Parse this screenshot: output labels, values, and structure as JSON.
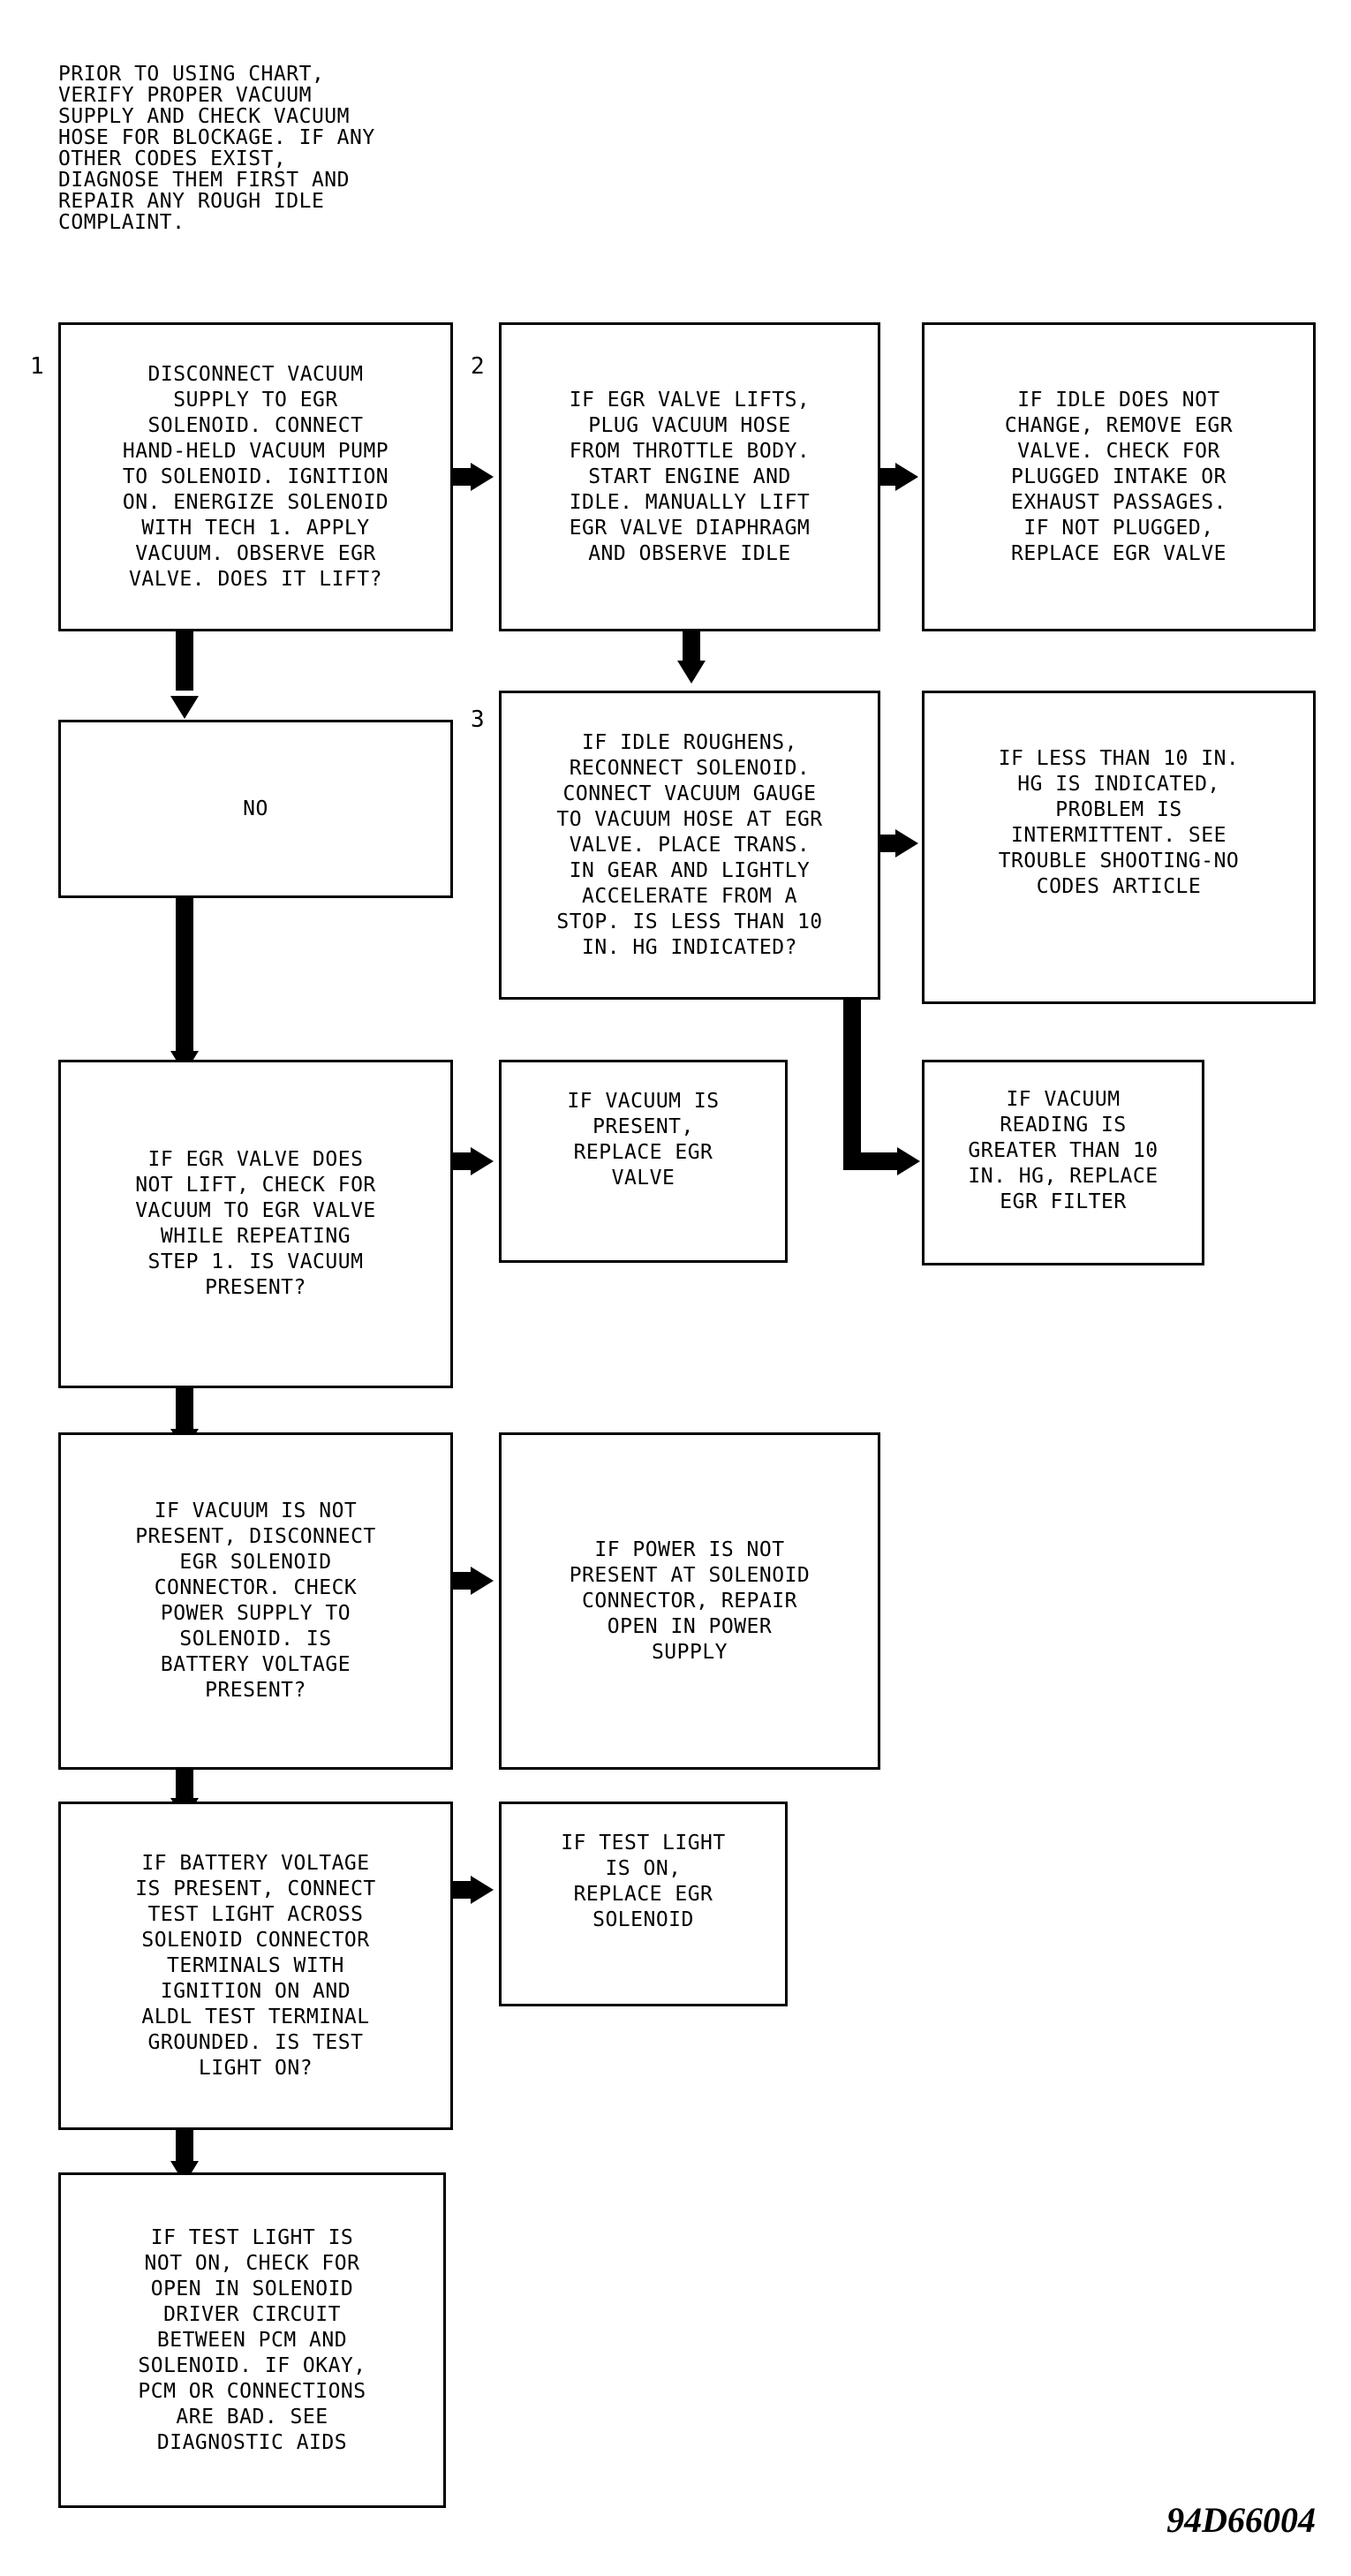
{
  "prerequisite_note": "PRIOR TO USING CHART,\nVERIFY PROPER VACUUM\nSUPPLY AND CHECK VACUUM\nHOSE FOR BLOCKAGE. IF ANY\nOTHER CODES EXIST,\nDIAGNOSE THEM FIRST AND\nREPAIR ANY ROUGH IDLE\nCOMPLAINT.",
  "steps": {
    "step1_number": "1",
    "step2_number": "2",
    "step3_number": "3"
  },
  "boxes": {
    "step1": "DISCONNECT VACUUM\nSUPPLY TO EGR\nSOLENOID. CONNECT\nHAND-HELD VACUUM PUMP\nTO SOLENOID. IGNITION\nON. ENERGIZE SOLENOID\nWITH TECH 1. APPLY\nVACUUM. OBSERVE EGR\nVALVE. DOES IT LIFT?",
    "step2": "IF EGR VALVE LIFTS,\nPLUG VACUUM HOSE\nFROM THROTTLE BODY.\nSTART ENGINE AND\nIDLE. MANUALLY LIFT\nEGR VALVE DIAPHRAGM\nAND OBSERVE IDLE",
    "idle_no_change": "IF IDLE DOES NOT\nCHANGE, REMOVE EGR\nVALVE. CHECK FOR\nPLUGGED INTAKE OR\nEXHAUST PASSAGES.\nIF NOT PLUGGED,\nREPLACE EGR VALVE",
    "no": "NO",
    "step3": "IF IDLE ROUGHENS,\nRECONNECT SOLENOID.\nCONNECT VACUUM GAUGE\nTO VACUUM HOSE AT EGR\nVALVE. PLACE TRANS.\nIN GEAR AND LIGHTLY\nACCELERATE FROM A\nSTOP. IS LESS THAN 10\nIN. HG INDICATED?",
    "less_than_10": "IF LESS THAN 10 IN.\nHG IS INDICATED,\nPROBLEM IS\nINTERMITTENT. SEE\nTROUBLE SHOOTING-NO\nCODES ARTICLE",
    "greater_than_10": "IF VACUUM\nREADING IS\nGREATER THAN 10\nIN. HG, REPLACE\nEGR FILTER",
    "valve_not_lift": "IF EGR VALVE DOES\nNOT LIFT, CHECK FOR\nVACUUM TO EGR VALVE\nWHILE REPEATING\nSTEP 1. IS VACUUM\nPRESENT?",
    "vacuum_present": "IF VACUUM IS\nPRESENT,\nREPLACE EGR\nVALVE",
    "vacuum_not_present": "IF VACUUM IS NOT\nPRESENT, DISCONNECT\nEGR SOLENOID\nCONNECTOR. CHECK\nPOWER SUPPLY TO\nSOLENOID. IS\nBATTERY VOLTAGE\nPRESENT?",
    "power_not_present": "IF POWER IS NOT\nPRESENT AT SOLENOID\nCONNECTOR, REPAIR\nOPEN IN POWER\nSUPPLY",
    "battery_present": "IF BATTERY VOLTAGE\nIS PRESENT, CONNECT\nTEST LIGHT ACROSS\nSOLENOID CONNECTOR\nTERMINALS WITH\nIGNITION ON AND\nALDL TEST TERMINAL\nGROUNDED. IS TEST\nLIGHT ON?",
    "test_light_on": "IF TEST LIGHT\nIS ON,\nREPLACE EGR\nSOLENOID",
    "test_light_not_on": "IF TEST LIGHT IS\nNOT ON, CHECK FOR\nOPEN IN SOLENOID\nDRIVER CIRCUIT\nBETWEEN PCM AND\nSOLENOID. IF OKAY,\nPCM OR CONNECTIONS\nARE BAD. SEE\nDIAGNOSTIC AIDS"
  },
  "figure_id": "94D66004"
}
